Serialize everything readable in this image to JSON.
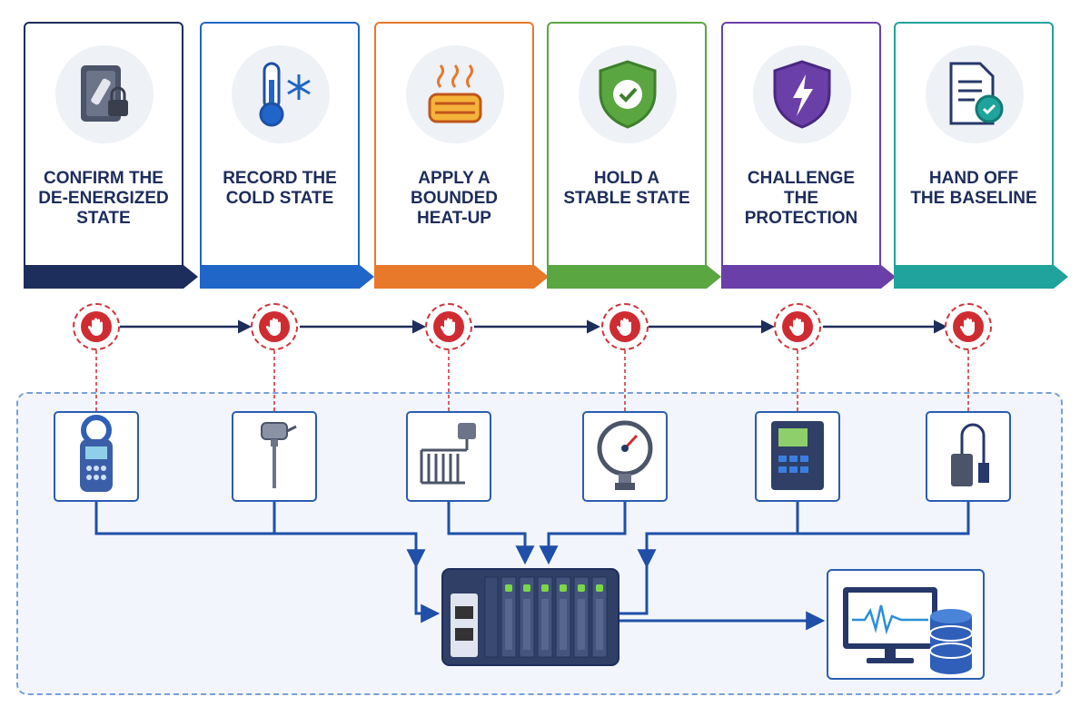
{
  "steps": [
    {
      "title": "CONFIRM THE\nDE-ENERGIZED\nSTATE",
      "color": "#1d2d5c",
      "icon": "lockout-switch-icon"
    },
    {
      "title": "RECORD THE\nCOLD STATE",
      "color": "#1f66c8",
      "icon": "thermometer-snowflake-icon"
    },
    {
      "title": "APPLY A\nBOUNDED\nHEAT-UP",
      "color": "#e8782a",
      "icon": "heater-heat-icon"
    },
    {
      "title": "HOLD A\nSTABLE STATE",
      "color": "#5aa641",
      "icon": "shield-check-icon"
    },
    {
      "title": "CHALLENGE\nTHE\nPROTECTION",
      "color": "#6b3fa8",
      "icon": "shield-lightning-icon"
    },
    {
      "title": "HAND OFF\nTHE BASELINE",
      "color": "#1fa39c",
      "icon": "certificate-document-icon"
    }
  ],
  "hold_points": {
    "icon": "stop-hand-icon",
    "color": "#cf2c32",
    "count": 6
  },
  "devices": [
    {
      "icon": "clamp-meter-icon"
    },
    {
      "icon": "temperature-probe-icon"
    },
    {
      "icon": "heating-element-icon"
    },
    {
      "icon": "pressure-gauge-icon"
    },
    {
      "icon": "protection-relay-icon"
    },
    {
      "icon": "sensor-cable-icon"
    }
  ],
  "controller": {
    "icon": "plc-controller-icon"
  },
  "historian": {
    "icon": "monitor-database-icon"
  },
  "colors": {
    "wire": "#1f4fa8",
    "panel_border": "#7aa0d8",
    "panel_fill": "#f2f6fc"
  }
}
